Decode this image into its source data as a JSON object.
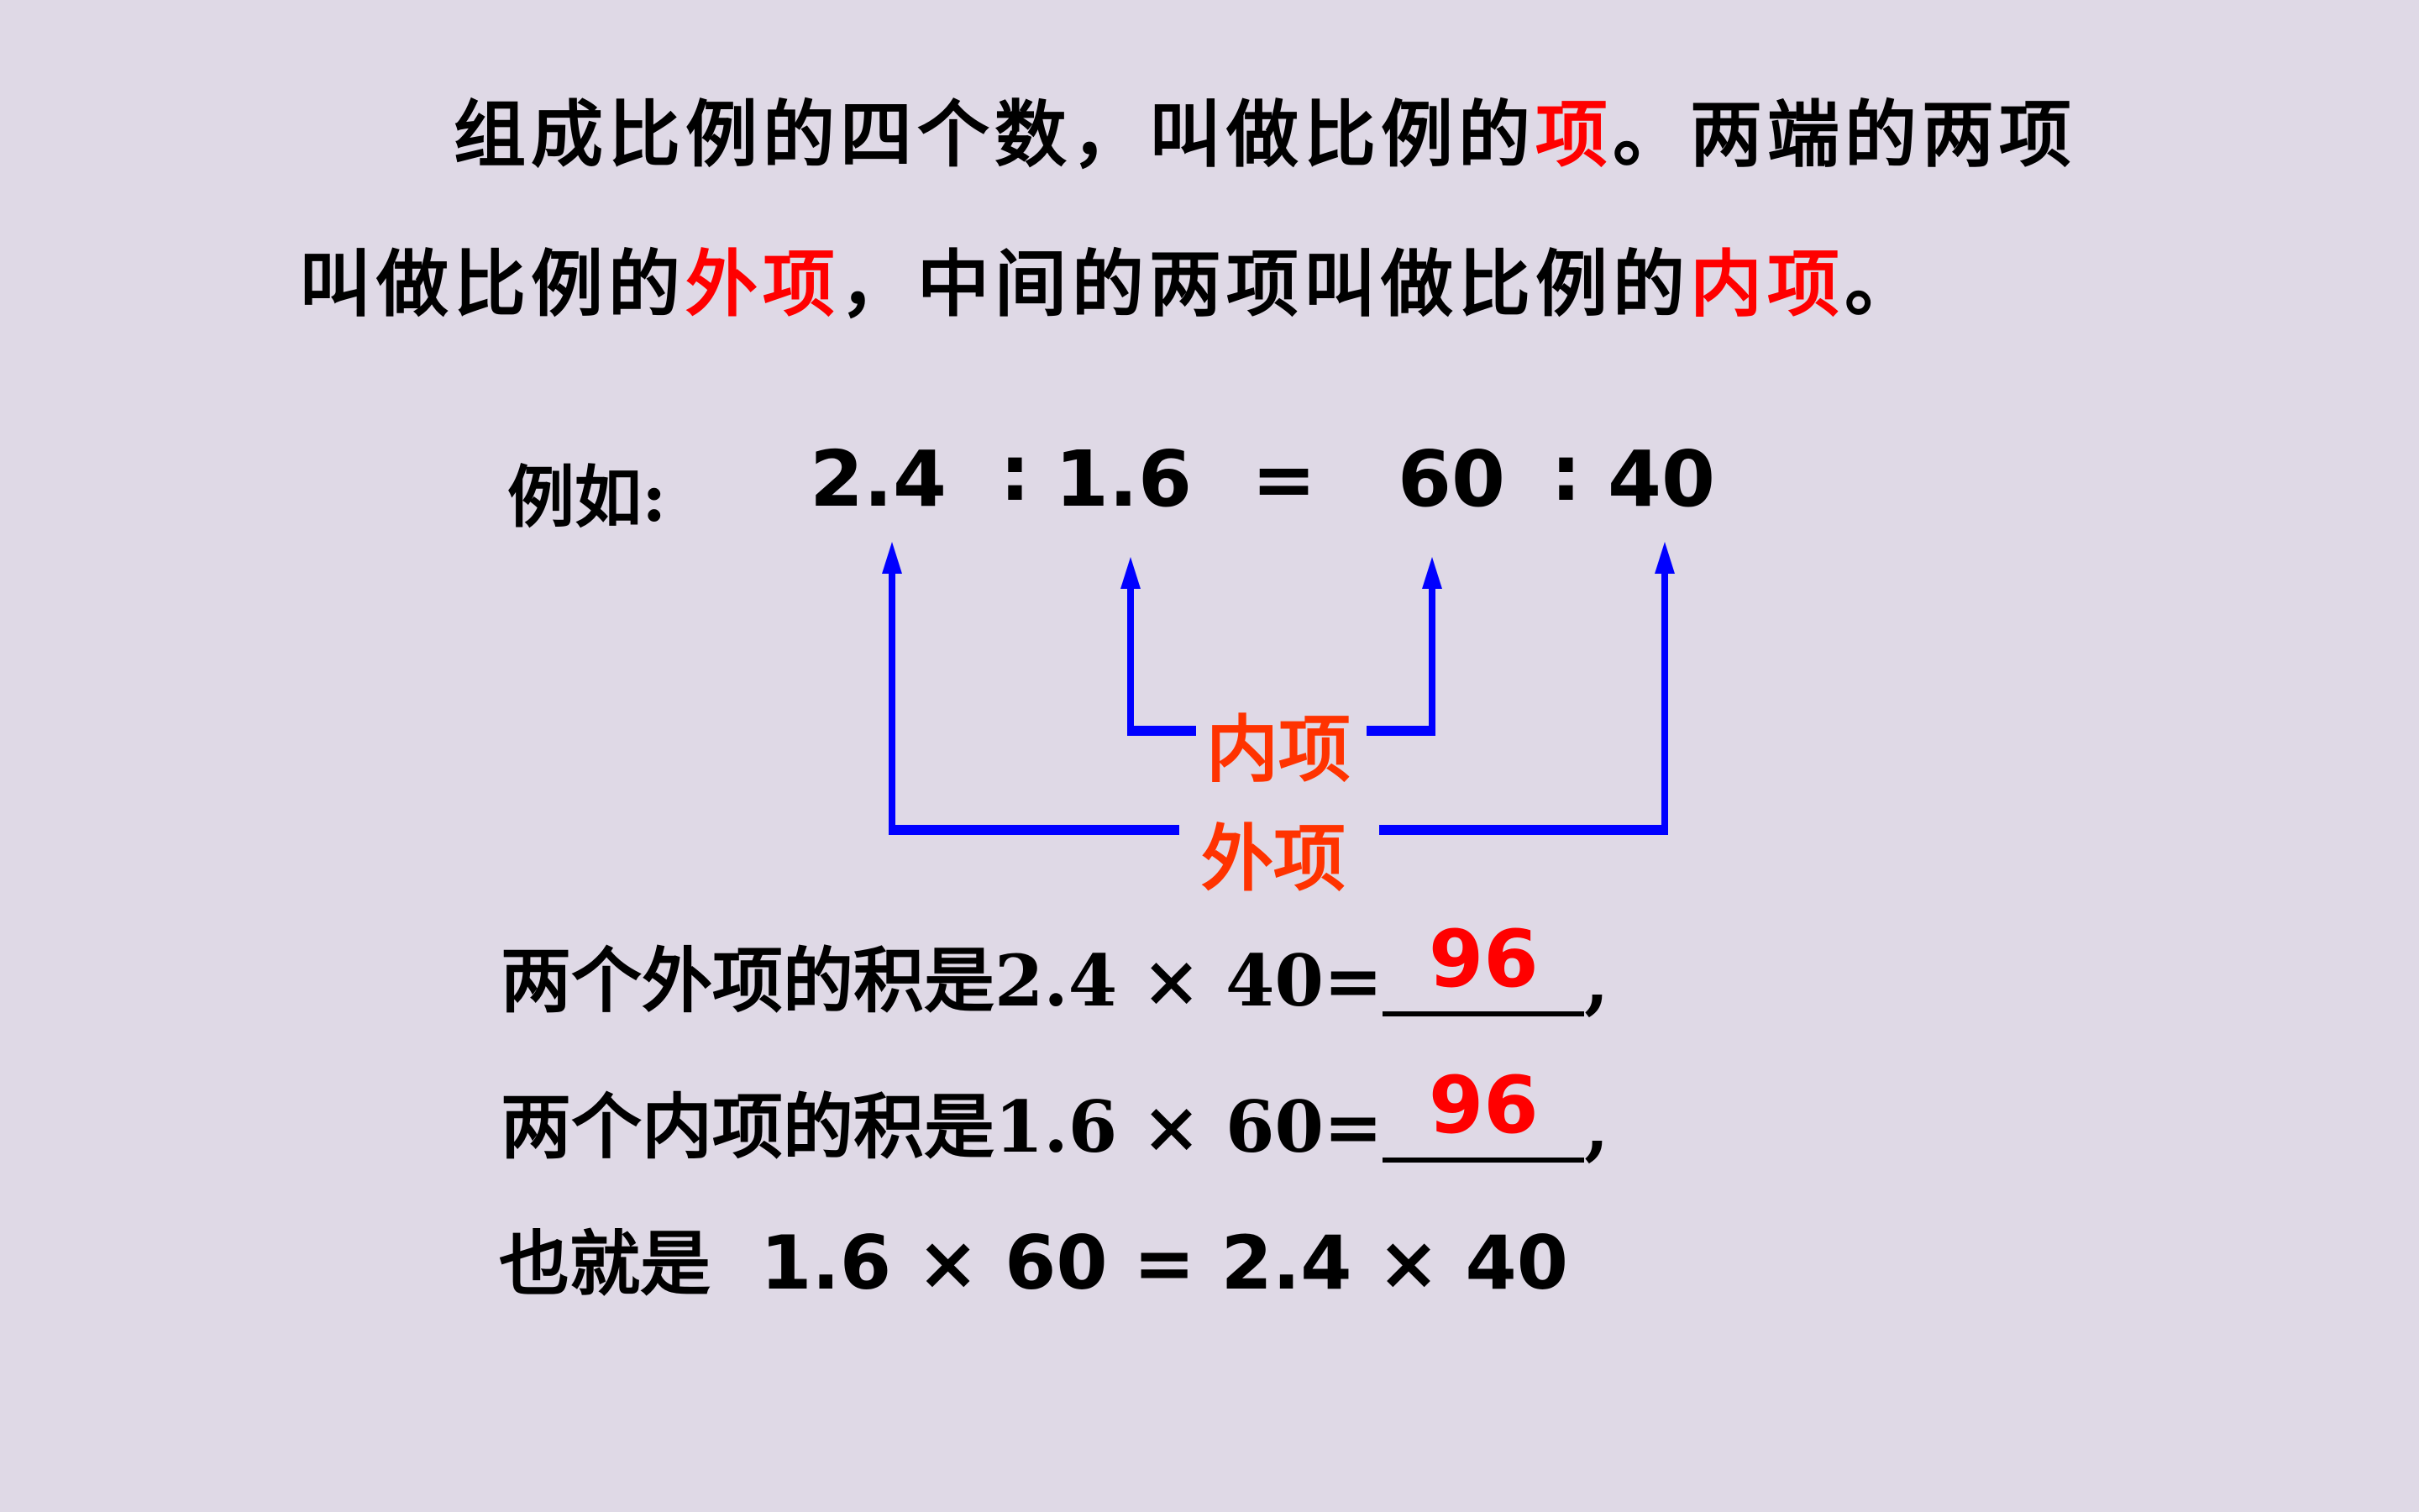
{
  "definition": {
    "line1": {
      "before": "组成比例的四个数，叫做比例的",
      "highlight": "项",
      "after": "。两端的两项"
    },
    "line2": {
      "before": "叫做比例的",
      "highlight1": "外项",
      "middle": "，中间的两项叫做比例的",
      "highlight2": "内项",
      "after": "。"
    }
  },
  "example": {
    "label": "例如:",
    "terms": [
      "2.4",
      "1.6",
      "60",
      "40"
    ],
    "ratio_sign": ":",
    "equals": "="
  },
  "diagram": {
    "inner_label": "内项",
    "outer_label": "外项",
    "arrow_color": "#0000FF",
    "label_color": "#FF3300"
  },
  "products": {
    "outer": {
      "prefix": "两个外项的积是2.4 × 40=",
      "answer": "96",
      "suffix": ","
    },
    "inner": {
      "prefix": "两个内项的积是1.6 × 60=",
      "answer": "96",
      "suffix": ","
    },
    "conclusion": {
      "prefix": "也就是",
      "equation": "1.6 × 60 = 2.4 × 40"
    }
  },
  "colors": {
    "background": "#DFD9E6",
    "highlight": "#FF0000",
    "text": "#000000"
  }
}
